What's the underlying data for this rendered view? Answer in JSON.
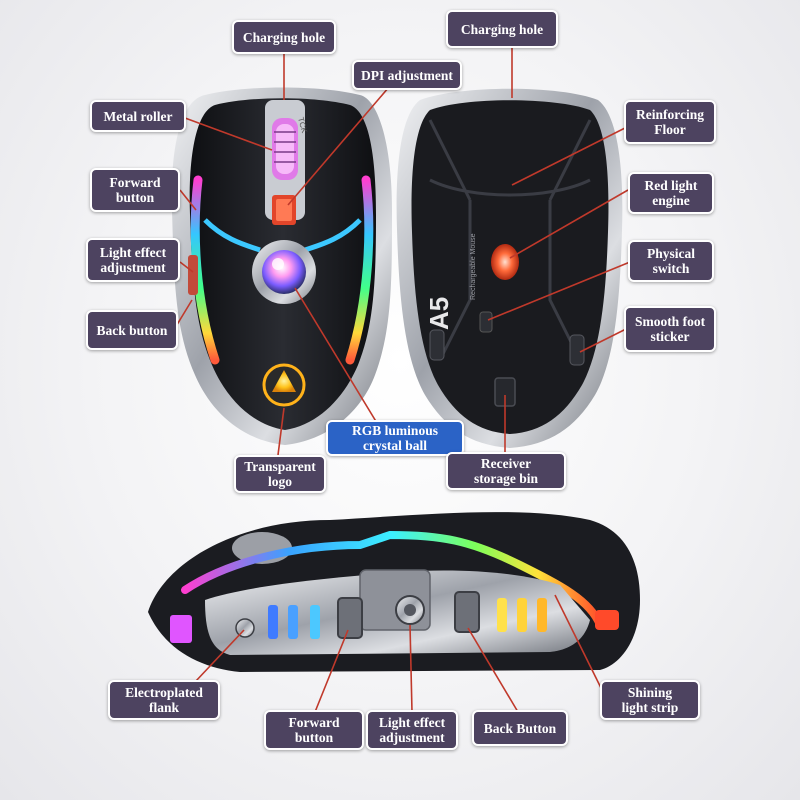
{
  "colors": {
    "label_bg": "#4d4360",
    "label_bg_highlight": "#2b63c6",
    "label_text": "#ffffff",
    "leader_line": "#c0392b",
    "mouse_body": "#1b1c20",
    "chrome": "#b9bcc3"
  },
  "product": {
    "model_text": "A5",
    "top_logo_text": "TCK",
    "bottom_sticker_text": "Rechargeable Mouse"
  },
  "top_view": {
    "labels": {
      "charging_hole": "Charging hole",
      "dpi_adjustment": "DPI adjustment",
      "metal_roller": "Metal roller",
      "forward_button": "Forward\nbutton",
      "light_effect_adjustment": "Light effect\nadjustment",
      "back_button": "Back button",
      "rgb_ball": "RGB luminous\ncrystal ball",
      "transparent_logo": "Transparent\nlogo"
    }
  },
  "bottom_view": {
    "labels": {
      "charging_hole": "Charging hole",
      "reinforcing_floor": "Reinforcing\nFloor",
      "red_light_engine": "Red light\nengine",
      "physical_switch": "Physical\nswitch",
      "smooth_foot_sticker": "Smooth foot\nsticker",
      "receiver_storage_bin": "Receiver\nstorage bin"
    }
  },
  "side_view": {
    "labels": {
      "electroplated_flank": "Electroplated\nflank",
      "forward_button": "Forward\nbutton",
      "light_effect_adjustment": "Light effect\nadjustment",
      "back_button": "Back Button",
      "shining_light_strip": "Shining\nlight strip"
    }
  }
}
